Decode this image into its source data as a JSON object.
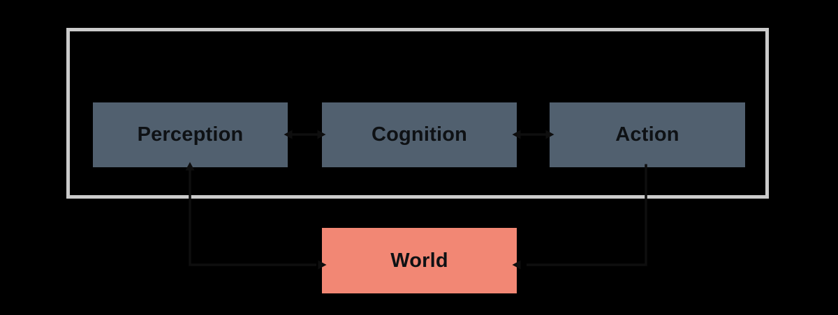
{
  "diagram": {
    "type": "flow-diagram",
    "title": "",
    "background_color": "#000000",
    "frame": {
      "name": "agent-boundary",
      "border_color": "#cbcbcb"
    },
    "nodes": [
      {
        "id": "perception",
        "label": "Perception",
        "fill": "#51606f",
        "text_color": "#0e1114"
      },
      {
        "id": "cognition",
        "label": "Cognition",
        "fill": "#51606f",
        "text_color": "#0e1114"
      },
      {
        "id": "action",
        "label": "Action",
        "fill": "#51606f",
        "text_color": "#0e1114"
      },
      {
        "id": "world",
        "label": "World",
        "fill": "#f28774",
        "text_color": "#0e1114"
      }
    ],
    "arrows": [
      {
        "from": "perception",
        "to": "cognition",
        "bidirectional": true,
        "color": "#0e0e0e"
      },
      {
        "from": "cognition",
        "to": "action",
        "bidirectional": true,
        "color": "#0e0e0e"
      },
      {
        "from": "world",
        "to": "perception",
        "bidirectional": true,
        "color": "#0e0e0e"
      },
      {
        "from": "action",
        "to": "world",
        "bidirectional": false,
        "color": "#0e0e0e"
      }
    ]
  }
}
